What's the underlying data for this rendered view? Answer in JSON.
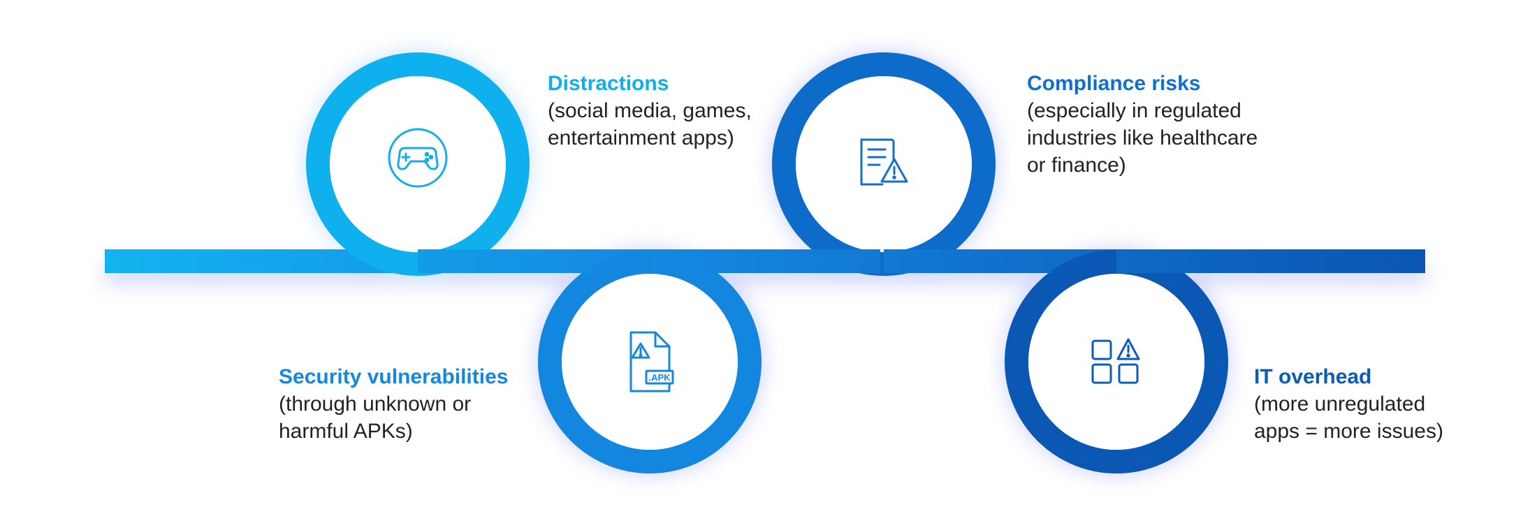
{
  "items": [
    {
      "title": "Distractions",
      "description": "(social media, games,\nentertainment apps)",
      "icon": "gamepad-icon",
      "color": "#12aeea"
    },
    {
      "title": "Security vulnerabilities",
      "description": "(through unknown or\nharmful APKs)",
      "icon": "apk-file-warning-icon",
      "icon_text": ".APK",
      "color": "#1388e0"
    },
    {
      "title": "Compliance risks",
      "description": "(especially in regulated\nindustries like healthcare\nor finance)",
      "icon": "document-warning-icon",
      "color": "#0f6fcf"
    },
    {
      "title": "IT overhead",
      "description": "(more unregulated\napps = more issues)",
      "icon": "apps-warning-icon",
      "color": "#0b5bb8"
    }
  ],
  "colors": {
    "band_start": "#12b4ef",
    "band_end": "#0a56b0",
    "glow": "#7b8cf5",
    "text": "#222222"
  }
}
